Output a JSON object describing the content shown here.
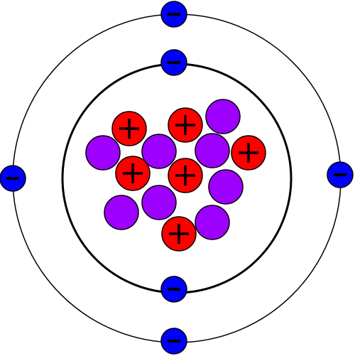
{
  "colors": {
    "background": "#ffffff",
    "orbit": "#000000",
    "electron": "#0000ff",
    "proton": "#ff0000",
    "neutron": "#9d00ff",
    "outline": "#000000"
  },
  "atom": {
    "shells": [
      {
        "electrons": 2
      },
      {
        "electrons": 4
      }
    ],
    "nucleus": {
      "protons": 6,
      "neutrons": 8
    }
  },
  "symbols": {
    "electron": "minus-sign",
    "proton": "plus-sign",
    "neutron": "none"
  }
}
